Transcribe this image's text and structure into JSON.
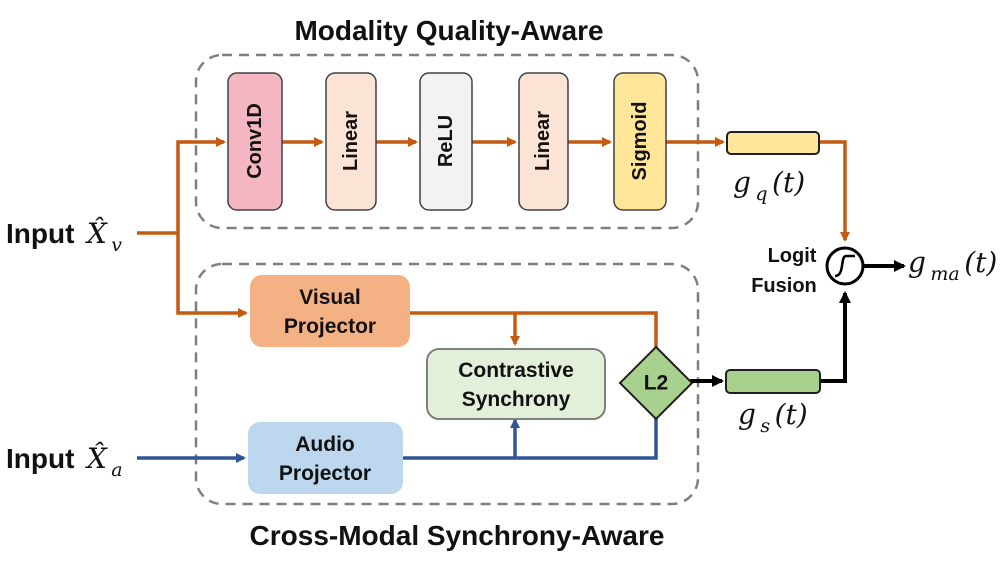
{
  "titles": {
    "top": "Modality Quality-Aware",
    "bottom": "Cross-Modal Synchrony-Aware"
  },
  "inputs": {
    "visual_label": "Input",
    "visual_symbol": "X̂",
    "visual_sub": "v",
    "audio_label": "Input",
    "audio_symbol": "X̂",
    "audio_sub": "a"
  },
  "quality_blocks": [
    {
      "label": "Conv1D",
      "color": "#F4B6C2"
    },
    {
      "label": "Linear",
      "color": "#FBE3D6"
    },
    {
      "label": "ReLU",
      "color": "#F2F2F2"
    },
    {
      "label": "Linear",
      "color": "#FBE3D6"
    },
    {
      "label": "Sigmoid",
      "color": "#FFE699"
    }
  ],
  "sync": {
    "visual_projector": {
      "line1": "Visual",
      "line2": "Projector",
      "color": "#F4B183"
    },
    "audio_projector": {
      "line1": "Audio",
      "line2": "Projector",
      "color": "#BDD7EE"
    },
    "contrastive": {
      "line1": "Contrastive",
      "line2": "Synchrony",
      "color": "#E2F0D9"
    },
    "l2": {
      "label": "L2",
      "color": "#A9D18E"
    }
  },
  "outputs": {
    "gq": {
      "g": "g",
      "sub": "q",
      "arg": "(t)",
      "color": "#FFE699"
    },
    "gs": {
      "g": "g",
      "sub": "s",
      "arg": "(t)",
      "color": "#A9D18E"
    },
    "gma": {
      "g": "g",
      "sub": "ma",
      "arg": "(t)"
    }
  },
  "fusion": {
    "line1": "Logit",
    "line2": "Fusion"
  },
  "colors": {
    "visual_path": "#C55A11",
    "audio_path": "#2F5597",
    "fusion_path": "#000000",
    "dashed_border": "#7F7F7F"
  }
}
